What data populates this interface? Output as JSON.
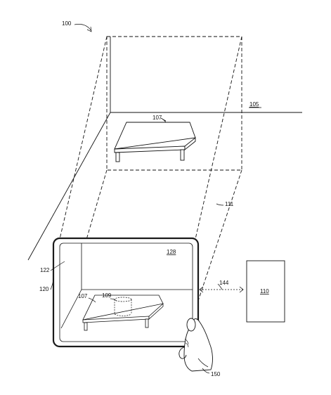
{
  "labels": {
    "system": "100",
    "environment": "105",
    "table_real": "107",
    "table_display": "107",
    "virtual_object": "109",
    "remote_device": "110",
    "field_of_view": "111",
    "device": "120",
    "display": "122",
    "display_region": "128",
    "link": "144",
    "hand": "150"
  },
  "colors": {
    "stroke": "#111111",
    "device_frame": "#1a1a1a"
  }
}
